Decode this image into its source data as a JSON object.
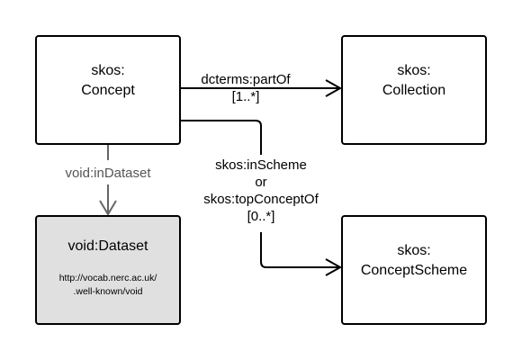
{
  "nodes": {
    "concept": {
      "line1": "skos:",
      "line2": "Concept"
    },
    "collection": {
      "line1": "skos:",
      "line2": "Collection"
    },
    "dataset": {
      "title": "void:Dataset",
      "url_line1": "http://vocab.nerc.ac.uk/",
      "url_line2": ".well-known/void"
    },
    "concept_scheme": {
      "line1": "skos:",
      "line2": "ConceptScheme"
    }
  },
  "edges": {
    "part_of": {
      "label": "dcterms:partOf",
      "cardinality": "[1..*]"
    },
    "in_dataset": {
      "label": "void:inDataset"
    },
    "in_scheme": {
      "line1": "skos:inScheme",
      "line2": "or",
      "line3": "skos:topConceptOf",
      "cardinality": "[0..*]"
    }
  },
  "colors": {
    "stroke": "#000000",
    "dataset_fill": "#e0e0e0",
    "dataset_edge": "#666666"
  }
}
